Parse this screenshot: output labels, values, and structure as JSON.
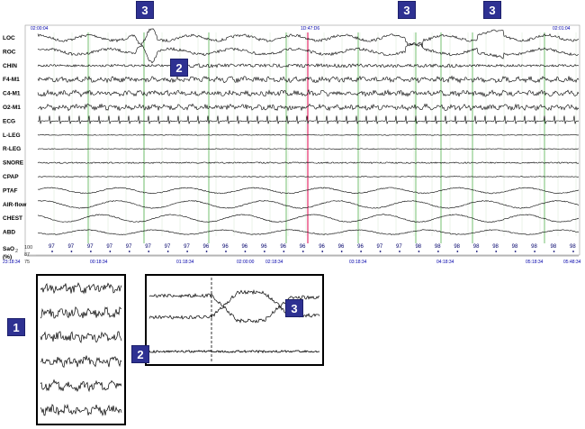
{
  "header": {
    "time_start": "02:00:04",
    "time_mid": "1D:47:D6",
    "time_end": "02:01:04"
  },
  "channels": [
    {
      "label": "LOC",
      "kind": "eog1"
    },
    {
      "label": "ROC",
      "kind": "eog2"
    },
    {
      "label": "CHIN",
      "kind": "emg"
    },
    {
      "label": "F4-M1",
      "kind": "eeg"
    },
    {
      "label": "C4-M1",
      "kind": "eeg"
    },
    {
      "label": "O2-M1",
      "kind": "eeg"
    },
    {
      "label": "ECG",
      "kind": "ecg"
    },
    {
      "label": "L-LEG",
      "kind": "flat"
    },
    {
      "label": "R-LEG",
      "kind": "flat"
    },
    {
      "label": "SNORE",
      "kind": "flat2"
    },
    {
      "label": "CPAP",
      "kind": "flat"
    },
    {
      "label": "PTAF",
      "kind": "resp"
    },
    {
      "label": "AIR-flow",
      "kind": "resp2"
    },
    {
      "label": "CHEST",
      "kind": "resp3"
    },
    {
      "label": "ABD",
      "kind": "resp4"
    }
  ],
  "sao2": {
    "label": "SaO",
    "sub": "2",
    "unit": "(%)",
    "scale": [
      "100",
      "87",
      "75"
    ],
    "values": [
      "97",
      "97",
      "97",
      "97",
      "97",
      "97",
      "97",
      "97",
      "96",
      "96",
      "96",
      "96",
      "96",
      "96",
      "96",
      "96",
      "96",
      "97",
      "97",
      "98",
      "98",
      "98",
      "98",
      "98",
      "98",
      "98",
      "98",
      "98"
    ]
  },
  "timeline": {
    "labels": [
      "23:18:34",
      "00:18:34",
      "01:18:34",
      "02:00:00",
      "02:18:34",
      "03:18:34",
      "04:18:34",
      "05:18:34",
      "05:48:34"
    ]
  },
  "badges": {
    "b3_top_left": "3",
    "b3_top_mid": "3",
    "b3_top_right": "3",
    "b2_main": "2",
    "b1": "1",
    "b2_inset": "2",
    "b3_inset": "3"
  },
  "colors": {
    "badge": "#2e3192",
    "marker_red": "#e0004d",
    "marker_green": "#3aa635",
    "trace": "#000000"
  }
}
